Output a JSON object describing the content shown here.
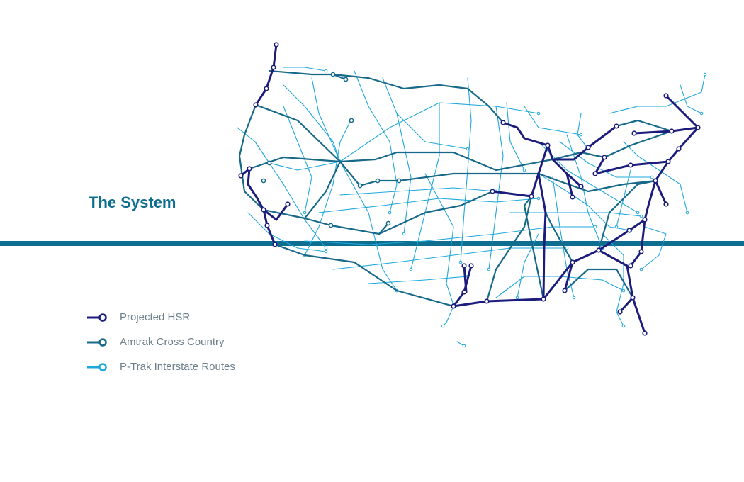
{
  "title": "The System",
  "colors": {
    "accent": "#0e6e90",
    "hsr": "#1c1c7c",
    "amtrak": "#17698a",
    "ptrak": "#1ea8dc"
  },
  "legend": [
    {
      "label": "Projected HSR",
      "color": "#1c1c7c"
    },
    {
      "label": "Amtrak Cross Country",
      "color": "#17698a"
    },
    {
      "label": "P-Trak Interstate Routes",
      "color": "#1ea8dc"
    }
  ]
}
